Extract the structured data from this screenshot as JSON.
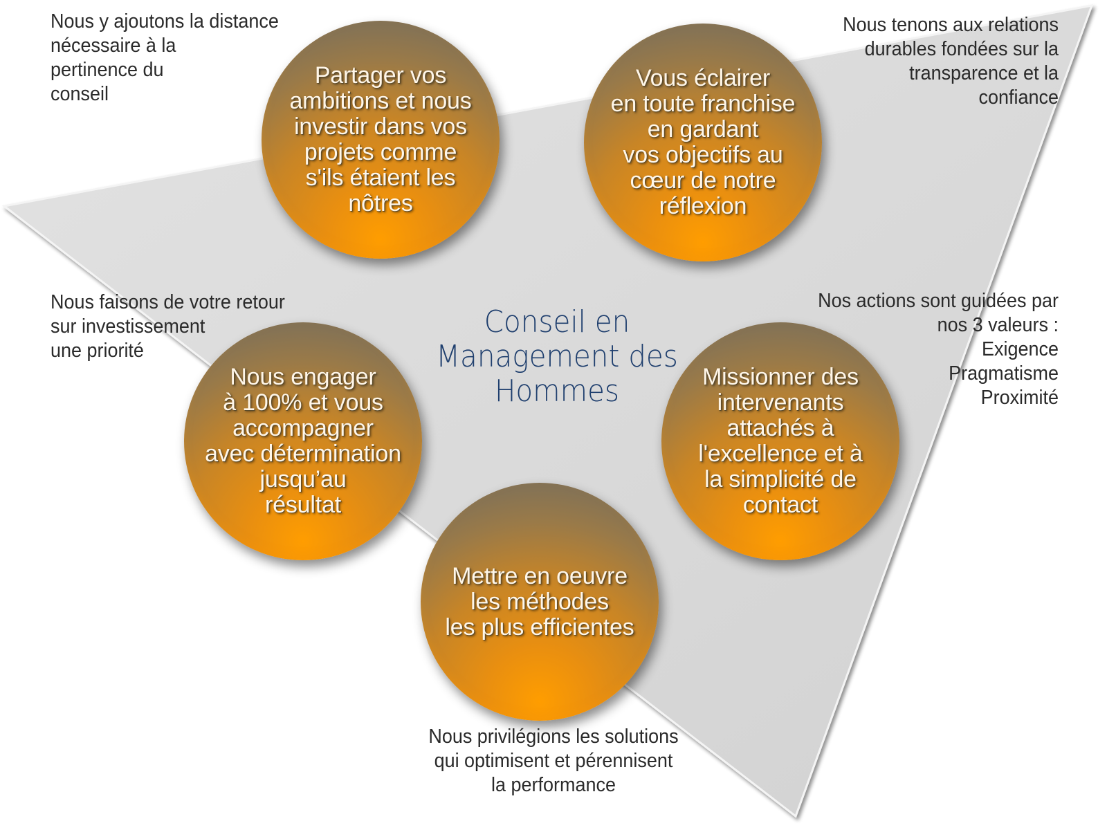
{
  "center_title": "Conseil en\nManagement des\nHommes",
  "circles": [
    {
      "id": "top-left",
      "text": "Partager vos\nambitions et nous\ninvestir dans vos\nprojets comme\ns'ils étaient les\nnôtres"
    },
    {
      "id": "top-right",
      "text": "Vous éclairer\nen toute franchise\nen gardant\nvos objectifs au\ncœur de notre\nréflexion"
    },
    {
      "id": "middle-left",
      "text": "Nous engager\nà 100% et vous\naccompagner\navec détermination\njusqu’au\nrésultat"
    },
    {
      "id": "middle-right",
      "text": "Missionner des\nintervenants\nattachés à\nl'excellence et à\nla simplicité de\ncontact"
    },
    {
      "id": "bottom",
      "text": "Mettre en oeuvre\nles méthodes\nles plus efficientes"
    }
  ],
  "annotations": {
    "top_left": "Nous y ajoutons la distance\nnécessaire à la\npertinence du\nconseil",
    "top_right": "Nous tenons aux relations\ndurables fondées sur la\ntransparence et la\nconfiance",
    "middle_left": "Nous faisons de votre retour\nsur investissement\nune priorité",
    "middle_right": "Nos actions sont guidées par\nnos 3 valeurs :\nExigence\nPragmatisme\nProximité",
    "bottom": "Nous privilégions les solutions\nqui optimisent et pérennisent\nla performance"
  },
  "colors": {
    "triangle_fill": "#dcdcdc",
    "circle_top": "#6e6b62",
    "circle_bottom": "#ff9d00",
    "title_color": "#1f3f6e",
    "annotation_color": "#2a2a2a"
  }
}
